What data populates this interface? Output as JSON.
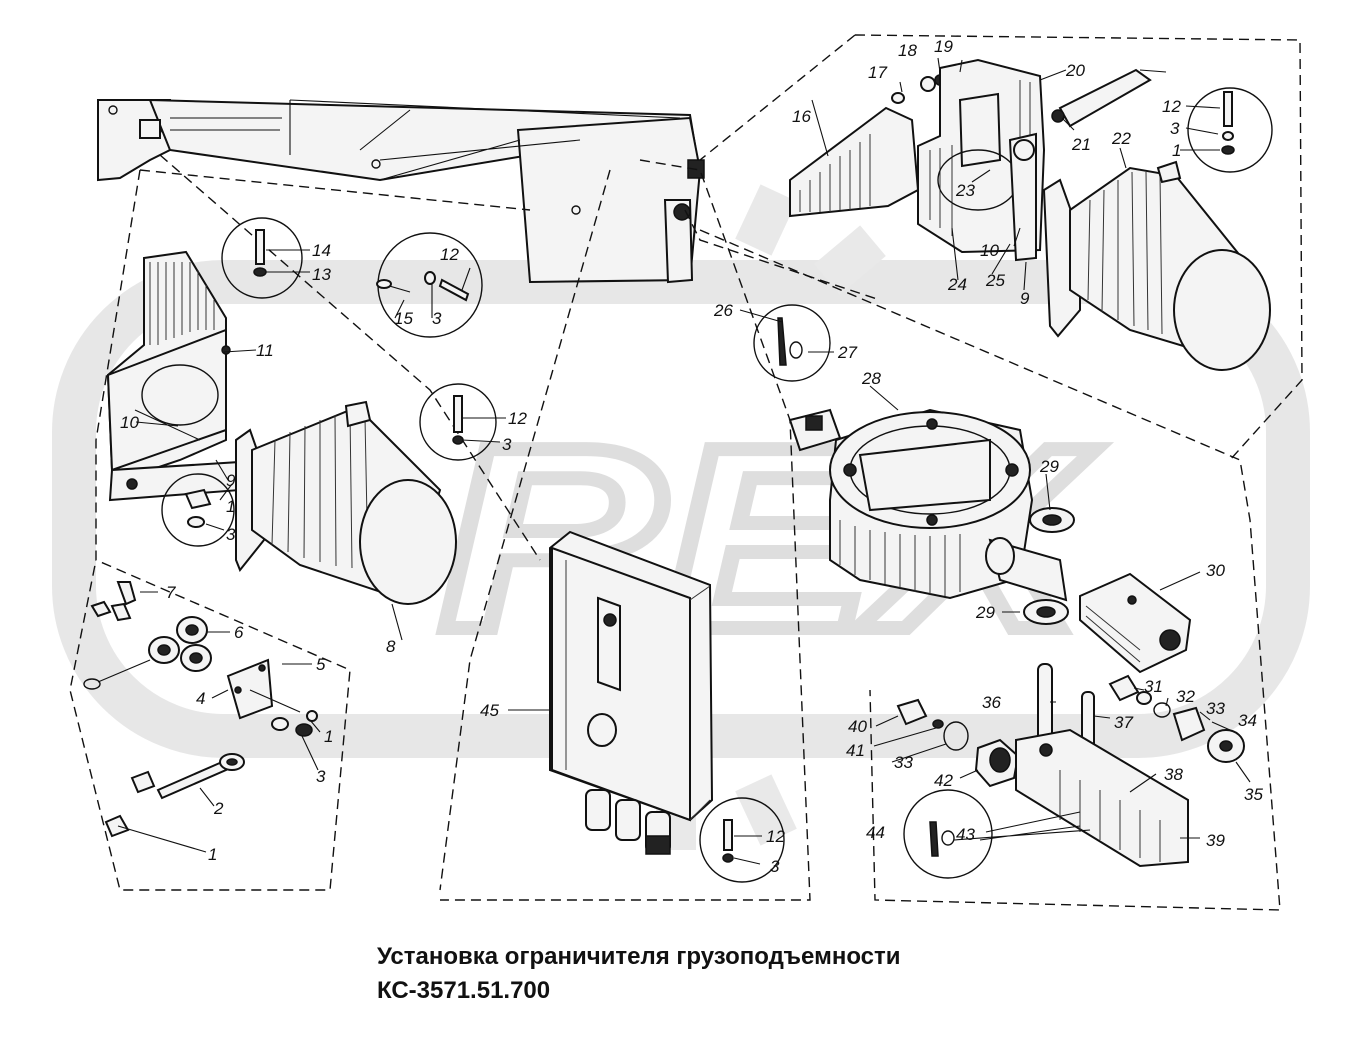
{
  "title_line1": "Установка ограничителя грузоподъемности",
  "title_line2": "КС-3571.51.700",
  "watermark": "REX",
  "callouts": [
    "1",
    "2",
    "3",
    "4",
    "5",
    "6",
    "7",
    "8",
    "9",
    "10",
    "11",
    "12",
    "13",
    "14",
    "15",
    "16",
    "17",
    "18",
    "19",
    "20",
    "21",
    "22",
    "23",
    "24",
    "25",
    "26",
    "27",
    "28",
    "29",
    "30",
    "31",
    "32",
    "33",
    "34",
    "35",
    "36",
    "37",
    "38",
    "39",
    "40",
    "41",
    "42",
    "43",
    "44",
    "45"
  ]
}
